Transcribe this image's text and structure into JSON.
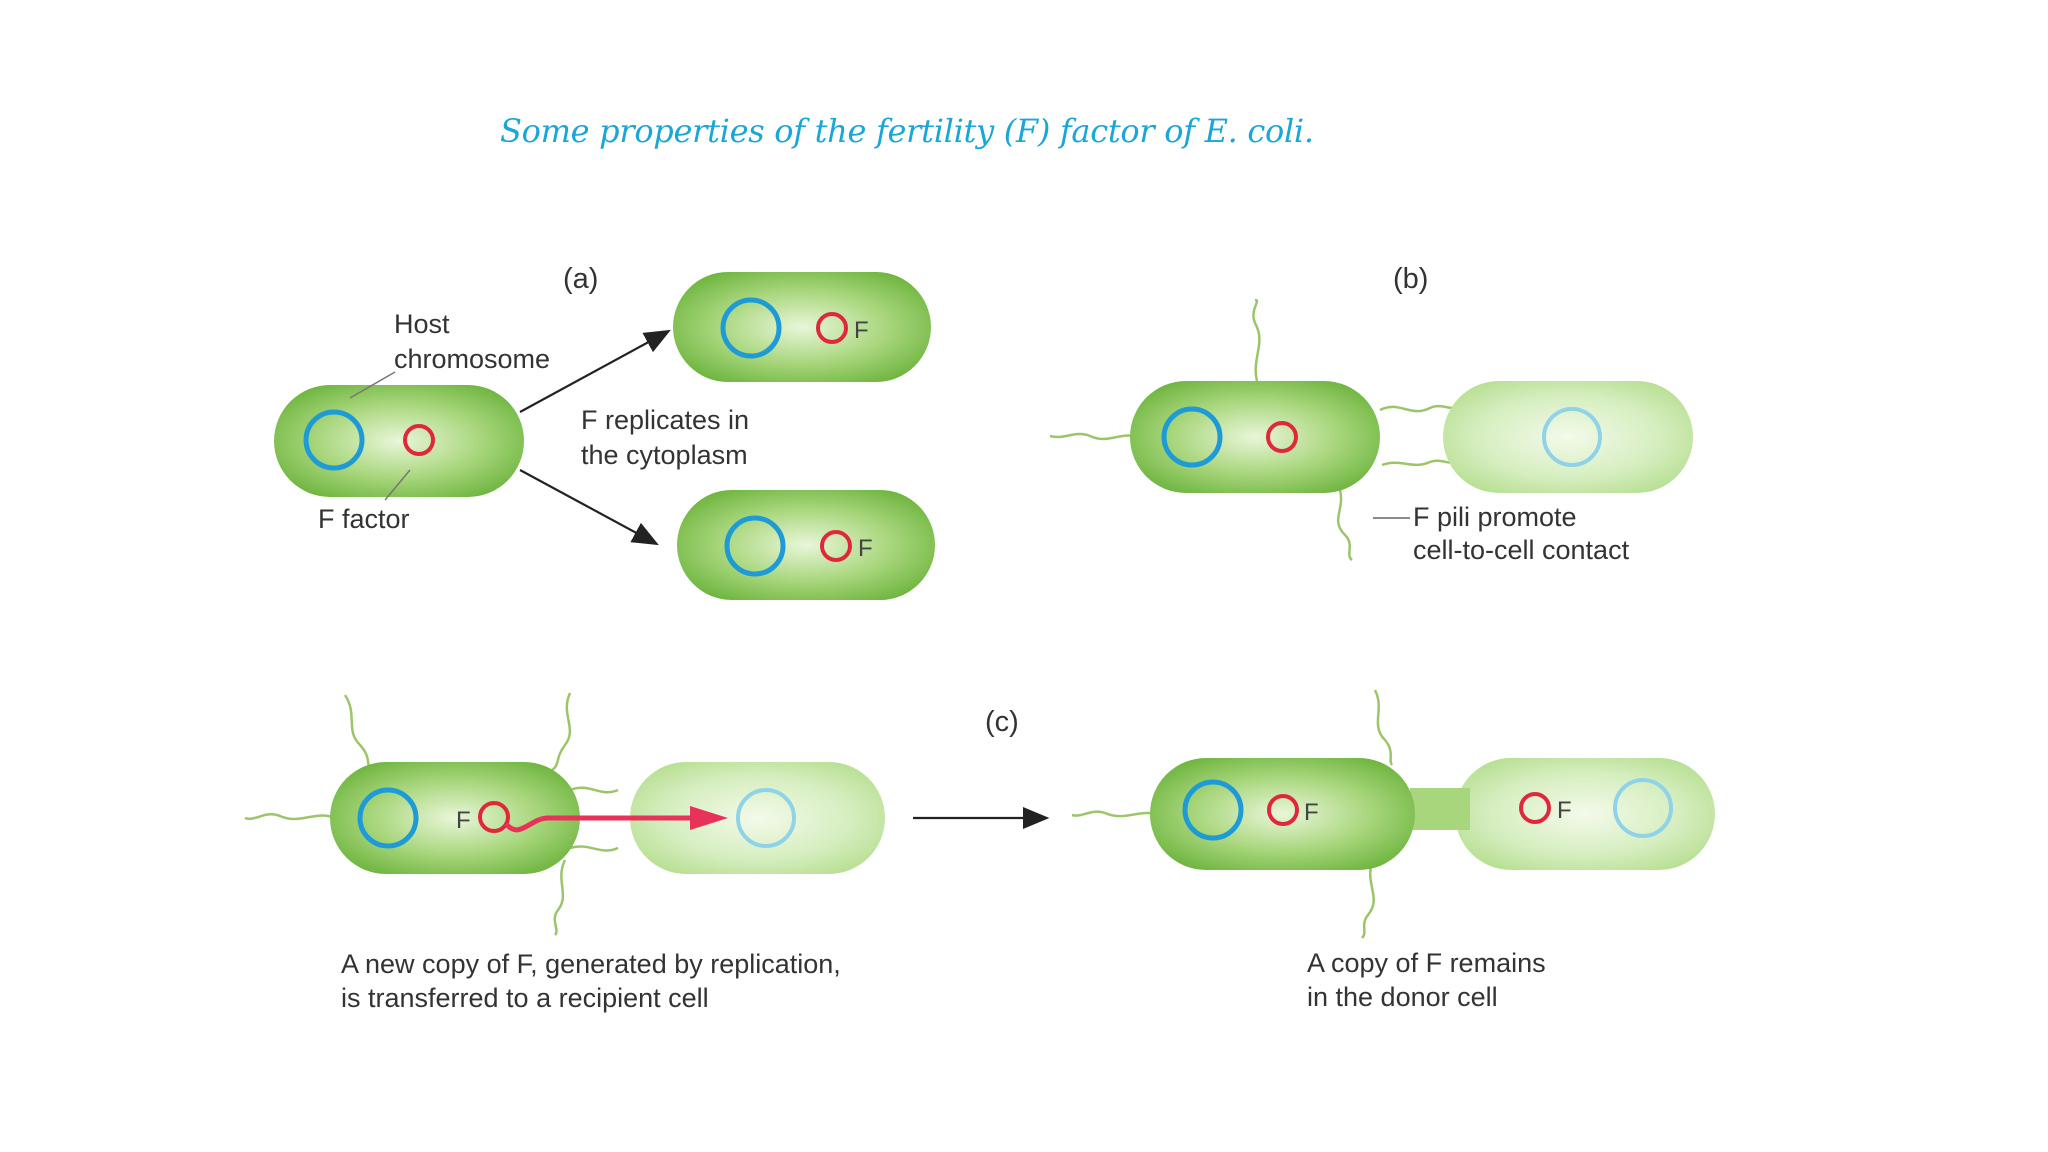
{
  "title": {
    "text": "Some properties of the fertility (F) factor of",
    "organism": "E. coli."
  },
  "panels": {
    "a": {
      "label": "(a)",
      "host_chromosome_line1": "Host",
      "host_chromosome_line2": "chromosome",
      "f_factor": "F factor",
      "replicates_line1": "F replicates in",
      "replicates_line2": "the cytoplasm",
      "f_mark": "F"
    },
    "b": {
      "label": "(b)",
      "pili_line1": "F pili promote",
      "pili_line2": "cell-to-cell contact"
    },
    "c": {
      "label": "(c)",
      "f_mark": "F",
      "transfer_line1": "A new copy of F, generated by replication,",
      "transfer_line2": "is transferred to a recipient cell",
      "remains_line1": "A copy of F remains",
      "remains_line2": "in the donor cell"
    }
  },
  "colors": {
    "title": "#1aa6d6",
    "cell_dark": "#7cc250",
    "cell_light": "#c6e7a8",
    "chromosome": "#1e9bd7",
    "f_factor": "#e0283c",
    "transfer_arrow": "#e8325a",
    "pilus": "#9cc56a"
  }
}
